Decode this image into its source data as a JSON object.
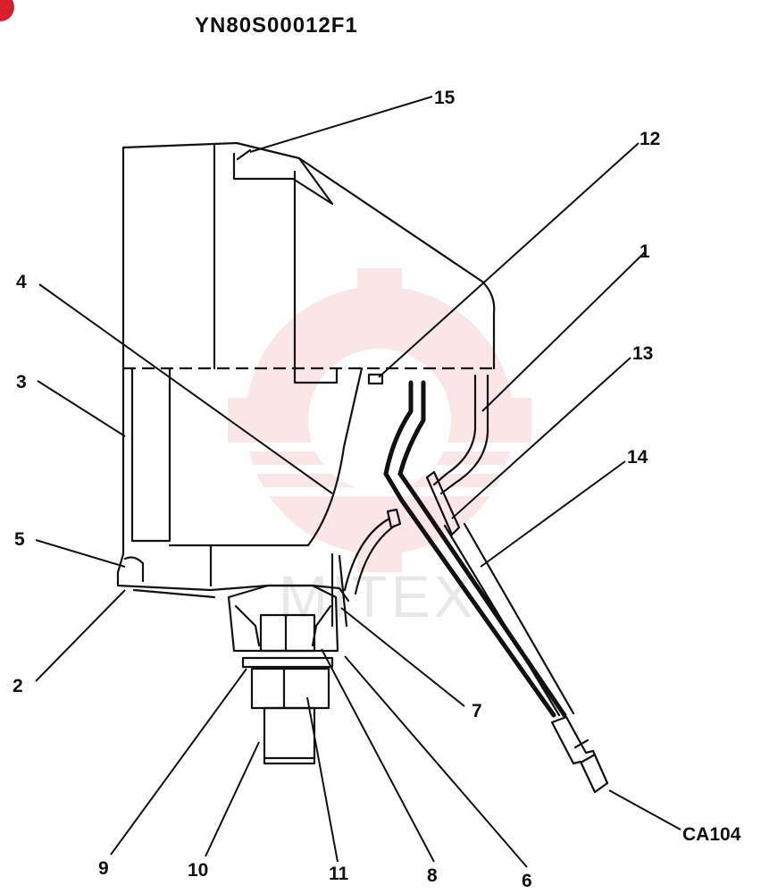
{
  "drawing_id": "YN80S00012F1",
  "watermark_text": "MITEX",
  "callouts": [
    {
      "id": "1",
      "text": "1"
    },
    {
      "id": "2",
      "text": "2"
    },
    {
      "id": "3",
      "text": "3"
    },
    {
      "id": "4",
      "text": "4"
    },
    {
      "id": "5",
      "text": "5"
    },
    {
      "id": "6",
      "text": "6"
    },
    {
      "id": "7",
      "text": "7"
    },
    {
      "id": "8",
      "text": "8"
    },
    {
      "id": "9",
      "text": "9"
    },
    {
      "id": "10",
      "text": "10"
    },
    {
      "id": "11",
      "text": "11"
    },
    {
      "id": "12",
      "text": "12"
    },
    {
      "id": "13",
      "text": "13"
    },
    {
      "id": "14",
      "text": "14"
    },
    {
      "id": "15",
      "text": "15"
    },
    {
      "id": "CA104",
      "text": "CA104"
    }
  ],
  "colors": {
    "ink": "#111111",
    "watermark": "#f2c6c6",
    "corner_mark": "#d81e2a"
  }
}
